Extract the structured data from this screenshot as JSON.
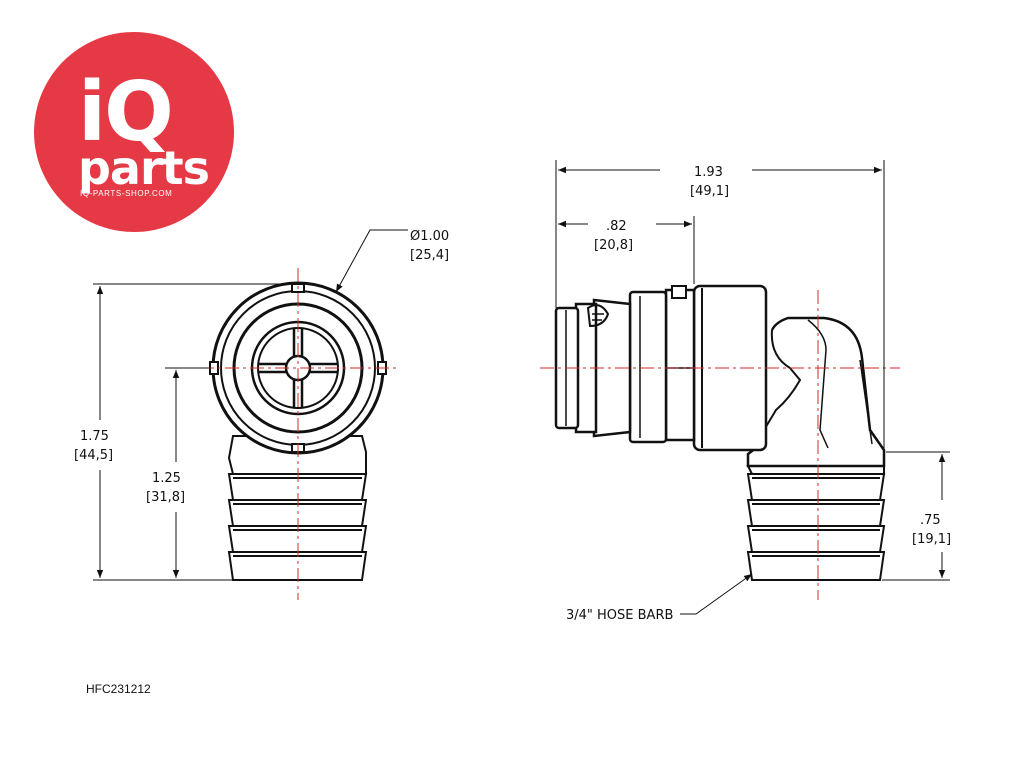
{
  "brand": {
    "logo_main": "iQ",
    "logo_sub": "parts",
    "website": "IQ-PARTS-SHOP.COM",
    "color": "#e63946"
  },
  "part_number": "HFC231212",
  "dimensions": {
    "diameter": {
      "value": "Ø1.00",
      "metric": "[25,4]"
    },
    "overall_height": {
      "value": "1.75",
      "metric": "[44,5]"
    },
    "center_height": {
      "value": "1.25",
      "metric": "[31,8]"
    },
    "overall_length": {
      "value": "1.93",
      "metric": "[49,1]"
    },
    "coupling_length": {
      "value": ".82",
      "metric": "[20,8]"
    },
    "barb_length": {
      "value": ".75",
      "metric": "[19,1]"
    }
  },
  "callouts": {
    "hose_barb": "3/4\" HOSE BARB"
  },
  "colors": {
    "outline": "#111111",
    "centerline": "#d62828"
  }
}
